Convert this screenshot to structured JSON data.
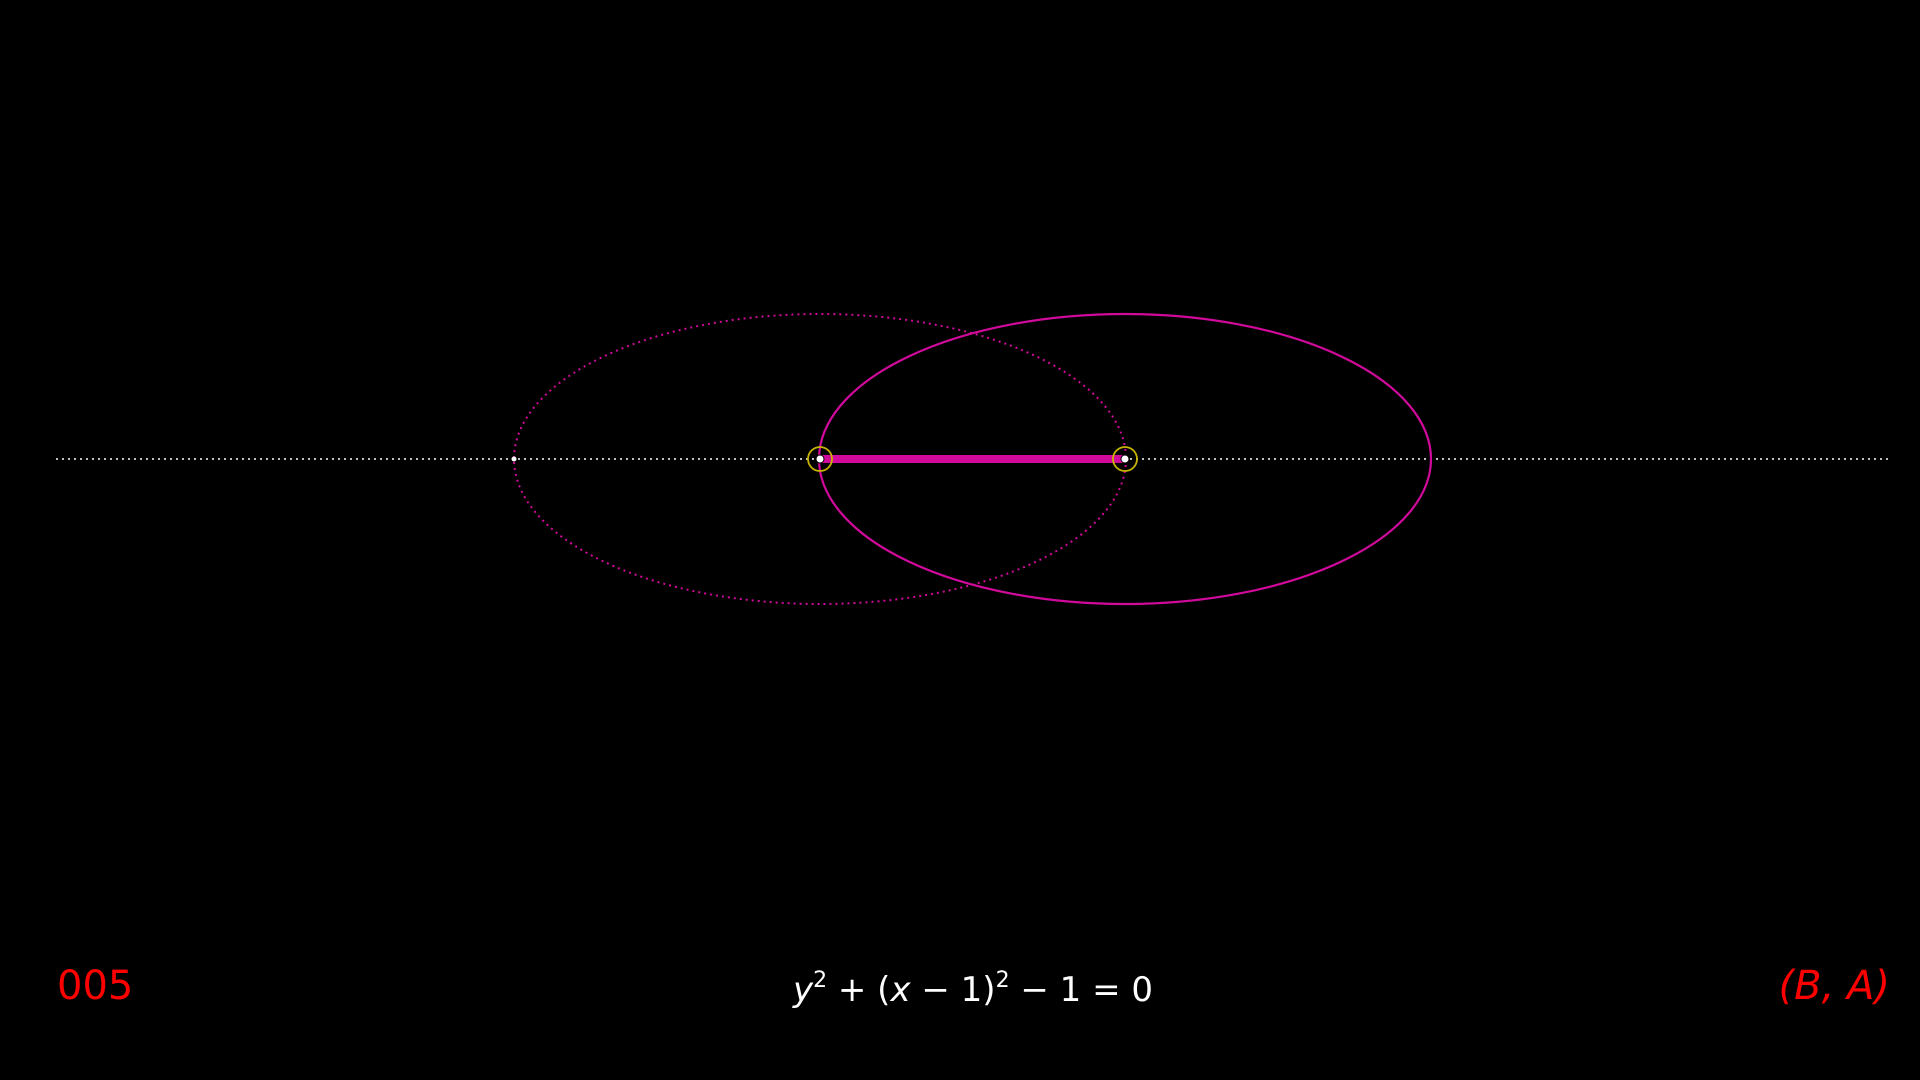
{
  "frame_number": "005",
  "pair_label": "(B, A)",
  "equation": {
    "y": "y",
    "exp1": "2",
    "plus": " + (",
    "x": "x",
    "minus_one": " − 1)",
    "exp2": "2",
    "tail": " − 1 = 0"
  },
  "colors": {
    "background": "#000000",
    "curve": "#d10a9c",
    "axis": "#bfbfbf",
    "point": "#ffffff",
    "point_ring": "#c8b400",
    "label": "#ff0000",
    "equation": "#ffffff"
  },
  "icons": {
    "focus_marker": "ring-dot-icon"
  }
}
